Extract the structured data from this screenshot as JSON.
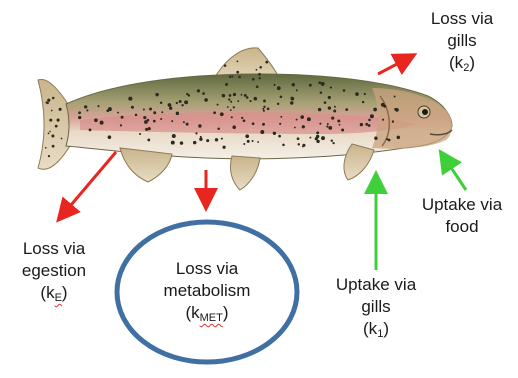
{
  "labels": {
    "gills_out": {
      "line1": "Loss via",
      "line2": "gills",
      "prefix": "(k",
      "sub": "2",
      "suffix": ")"
    },
    "egestion": {
      "line1": "Loss via",
      "line2": "egestion",
      "prefix": "(k",
      "sub": "E",
      "suffix": ")"
    },
    "metabolism": {
      "line1": "Loss via",
      "line2": "metabolism",
      "prefix": "(k",
      "sub": "MET",
      "suffix": ")"
    },
    "food": {
      "line1": "Uptake via",
      "line2": "food"
    },
    "gills_in": {
      "line1": "Uptake via",
      "line2": "gills",
      "prefix": "(k",
      "sub": "1",
      "suffix": ")"
    }
  },
  "colors": {
    "loss_arrow": "#e8261f",
    "uptake_arrow": "#3fcf3a",
    "ellipse_stroke": "#3f6fa3"
  }
}
